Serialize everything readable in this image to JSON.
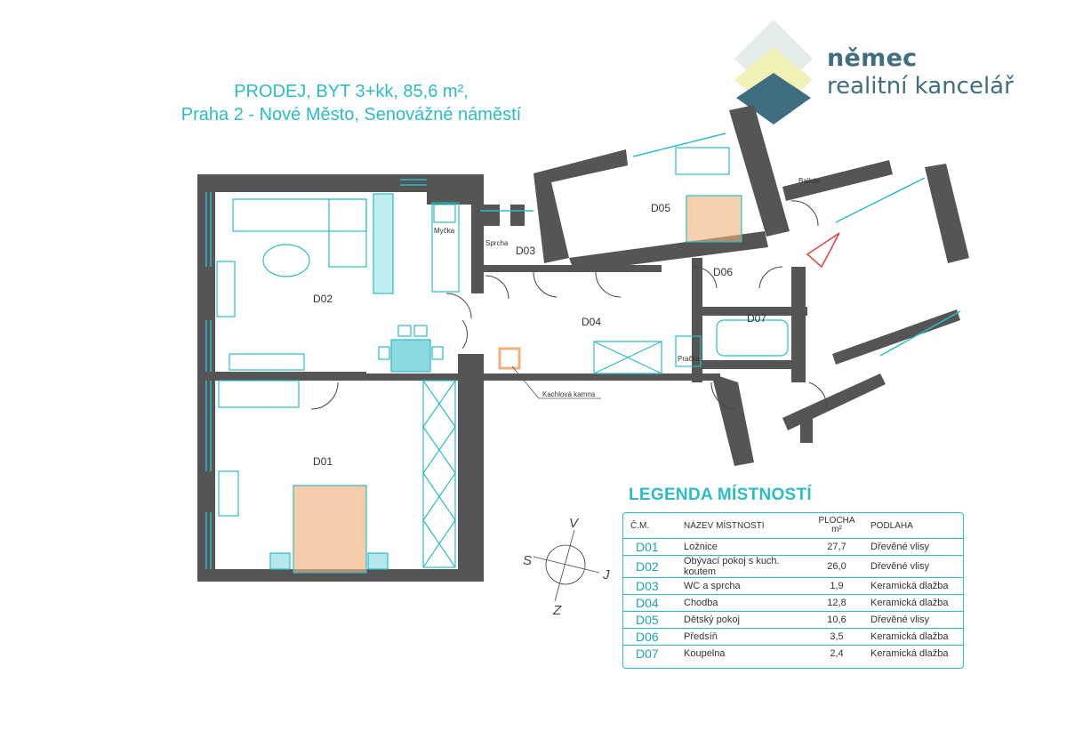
{
  "title": {
    "line1": "PRODEJ, BYT 3+kk, 85,6 m²,",
    "line2": "Praha 2 - Nové Město, Senovážné náměstí"
  },
  "brand": {
    "name": "němec",
    "subtitle": "realitní kancelář",
    "colors": {
      "dark": "#3e6e7f",
      "yellow": "#f2f1b8",
      "light": "#e4ecec"
    }
  },
  "plan": {
    "rooms": [
      "D01",
      "D02",
      "D03",
      "D04",
      "D05",
      "D06",
      "D07"
    ],
    "labels": {
      "dishwasher": "Myčka",
      "shower": "Sprcha",
      "balcony": "Balkón",
      "washer": "Pračka",
      "stove": "Kachlová kamna"
    },
    "colors": {
      "wall": "#555555",
      "accent": "#2bbcc8",
      "bed": "#f2b07c",
      "arrow": "#e8413c"
    }
  },
  "compass": {
    "north": "V",
    "west": "S",
    "east": "J",
    "south": "Z"
  },
  "legend": {
    "title": "LEGENDA MÍSTNOSTÍ",
    "headers": {
      "code": "Č.M.",
      "name": "NÁZEV MÍSTNOSTI",
      "area": "PLOCHA",
      "unit": "m²",
      "floor": "PODLAHA"
    },
    "rows": [
      {
        "code": "D01",
        "name": "Ložnice",
        "area": "27,7",
        "floor": "Dřevěné vlisy"
      },
      {
        "code": "D02",
        "name": "Obývací pokoj s kuch. koutem",
        "area": "26,0",
        "floor": "Dřevěné vlisy"
      },
      {
        "code": "D03",
        "name": "WC a sprcha",
        "area": "1,9",
        "floor": "Keramická dlažba"
      },
      {
        "code": "D04",
        "name": "Chodba",
        "area": "12,8",
        "floor": "Keramická dlažba"
      },
      {
        "code": "D05",
        "name": "Dětský pokoj",
        "area": "10,6",
        "floor": "Dřevěné vlisy"
      },
      {
        "code": "D06",
        "name": "Předsíň",
        "area": "3,5",
        "floor": "Keramická dlažba"
      },
      {
        "code": "D07",
        "name": "Koupelna",
        "area": "2,4",
        "floor": "Keramická dlažba"
      }
    ]
  }
}
